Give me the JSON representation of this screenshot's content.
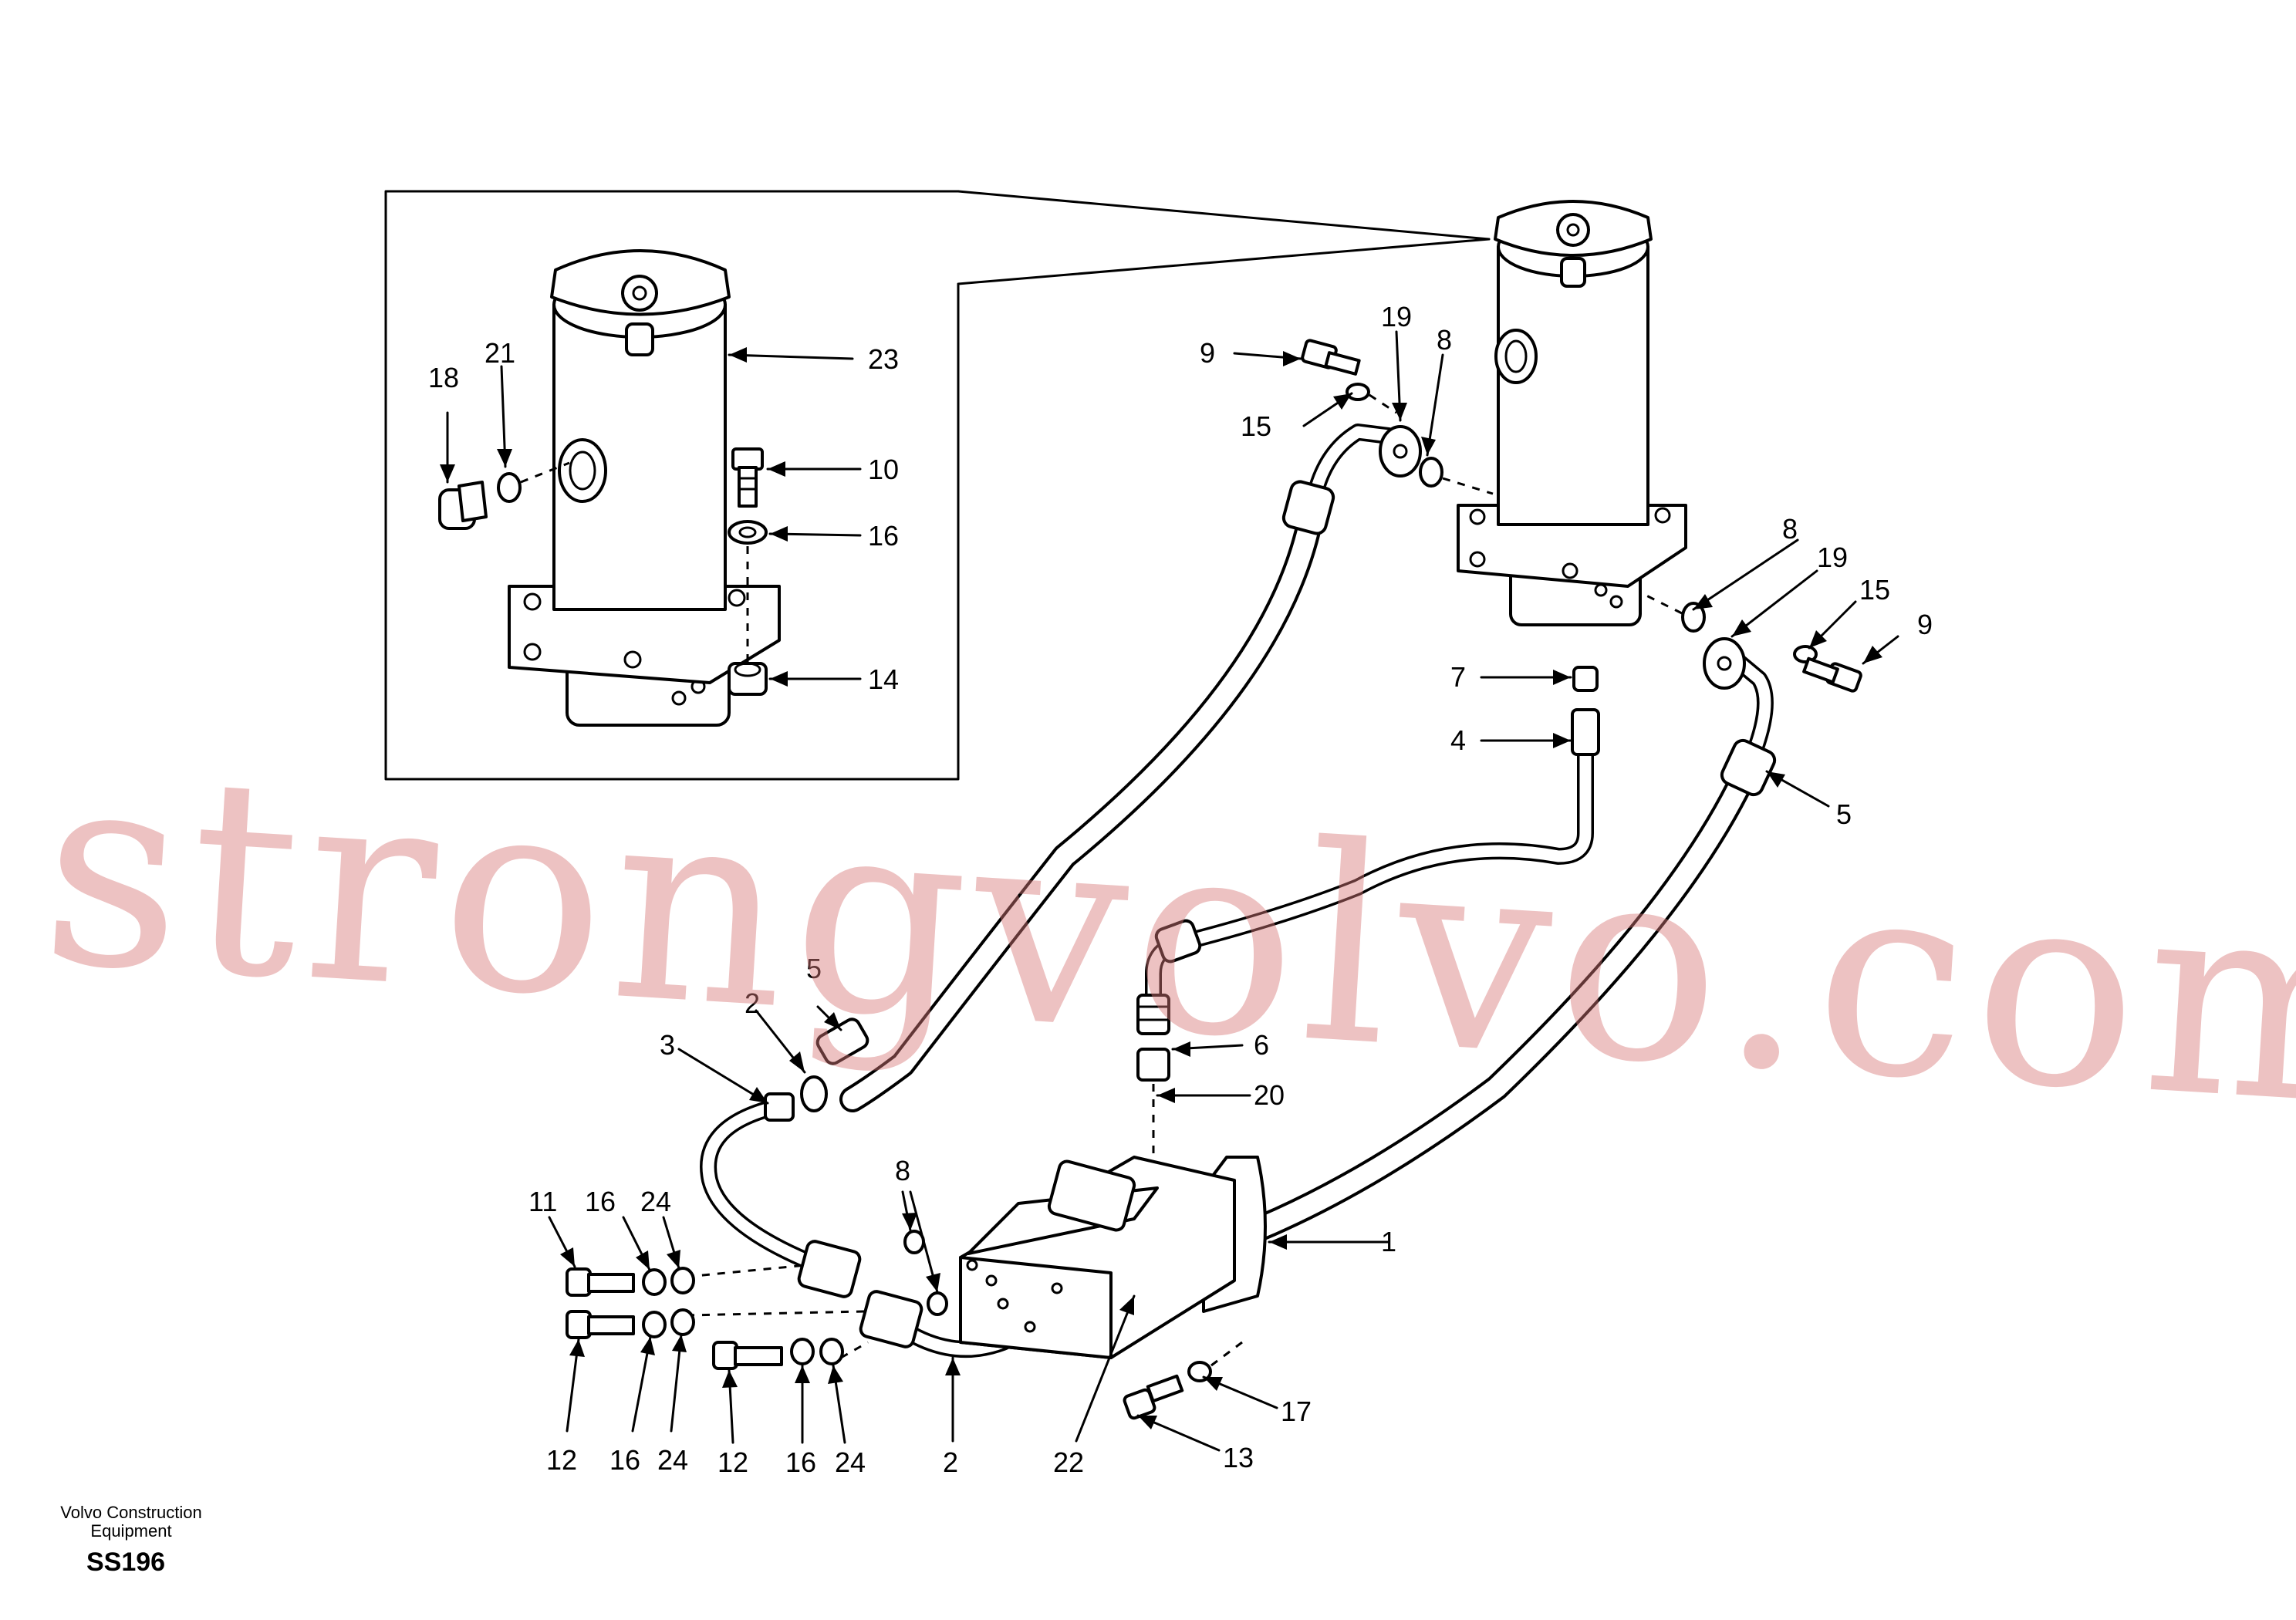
{
  "drawing": {
    "publisher_line1": "Volvo Construction",
    "publisher_line2": "Equipment",
    "code": "SS196",
    "watermark": "strongvolvo.com",
    "callouts": {
      "c23": "23",
      "c18": "18",
      "c21": "21",
      "c10": "10",
      "c16_inset": "16",
      "c14": "14",
      "c19_top": "19",
      "c8_top": "8",
      "c9_top": "9",
      "c15_top": "15",
      "c8_right": "8",
      "c19_right": "19",
      "c15_right": "15",
      "c9_right": "9",
      "c7": "7",
      "c4": "4",
      "c5_right": "5",
      "c5_left": "5",
      "c2_top": "2",
      "c3": "3",
      "c6": "6",
      "c20": "20",
      "c1": "1",
      "c8_bottom": "8",
      "c11": "11",
      "c16_a": "16",
      "c24_a": "24",
      "c12_a": "12",
      "c16_b": "16",
      "c24_b": "24",
      "c12_b": "12",
      "c16_c": "16",
      "c24_c": "24",
      "c2_bottom": "2",
      "c22": "22",
      "c17": "17",
      "c13": "13"
    }
  }
}
